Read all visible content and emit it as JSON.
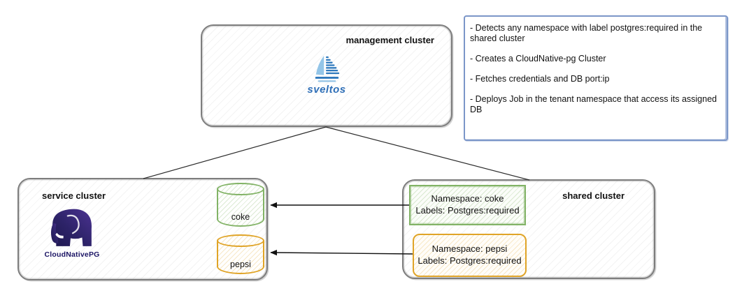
{
  "management_cluster": {
    "label": "management cluster",
    "logo_text": "sveltos"
  },
  "notes_box": {
    "border_color": "#7b96c8",
    "items": [
      "- Detects any namespace with label postgres:required in the shared cluster",
      "- Creates a CloudNative-pg Cluster",
      "- Fetches credentials and DB port:ip",
      "- Deploys Job in the tenant namespace that access its assigned DB"
    ]
  },
  "service_cluster": {
    "label": "service cluster",
    "logo_text": "CloudNativePG",
    "databases": [
      {
        "name": "coke",
        "color": "#82b366"
      },
      {
        "name": "pepsi",
        "color": "#e0a427"
      }
    ]
  },
  "shared_cluster": {
    "label": "shared cluster",
    "namespaces": [
      {
        "name": "Namespace: coke",
        "labels": "Labels: Postgres:required",
        "color": "#82b366"
      },
      {
        "name": "Namespace: pepsi",
        "labels": "Labels: Postgres:required",
        "color": "#e0a427"
      }
    ]
  },
  "colors": {
    "accent_green": "#82b366",
    "accent_orange": "#e0a427",
    "notes_border_blue": "#7b96c8",
    "cluster_border_gray": "#7d7d7d",
    "sveltos_blue": "#2f6fb7",
    "cnpg_navy": "#1b1464"
  }
}
